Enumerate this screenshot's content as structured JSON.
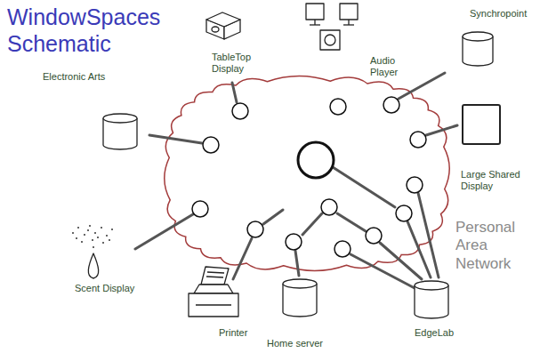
{
  "diagram": {
    "title": "WindowSpaces Schematic",
    "nodes": [
      {
        "text": [
          "TableTop Display"
        ]
      },
      {
        "text": [
          "Audio Player"
        ]
      },
      {
        "text": [
          "Synchropoint"
        ]
      },
      {
        "text": [
          "Electronic Arts"
        ]
      },
      {
        "text": [
          "Large Shared Display"
        ]
      },
      {
        "text": [
          "Scent Display"
        ]
      },
      {
        "text": [
          "Printer"
        ]
      },
      {
        "text": [
          "Home server"
        ]
      },
      {
        "text": [
          "EdgeLab"
        ]
      }
    ],
    "labels": [
      "Personal Area Network"
    ]
  }
}
